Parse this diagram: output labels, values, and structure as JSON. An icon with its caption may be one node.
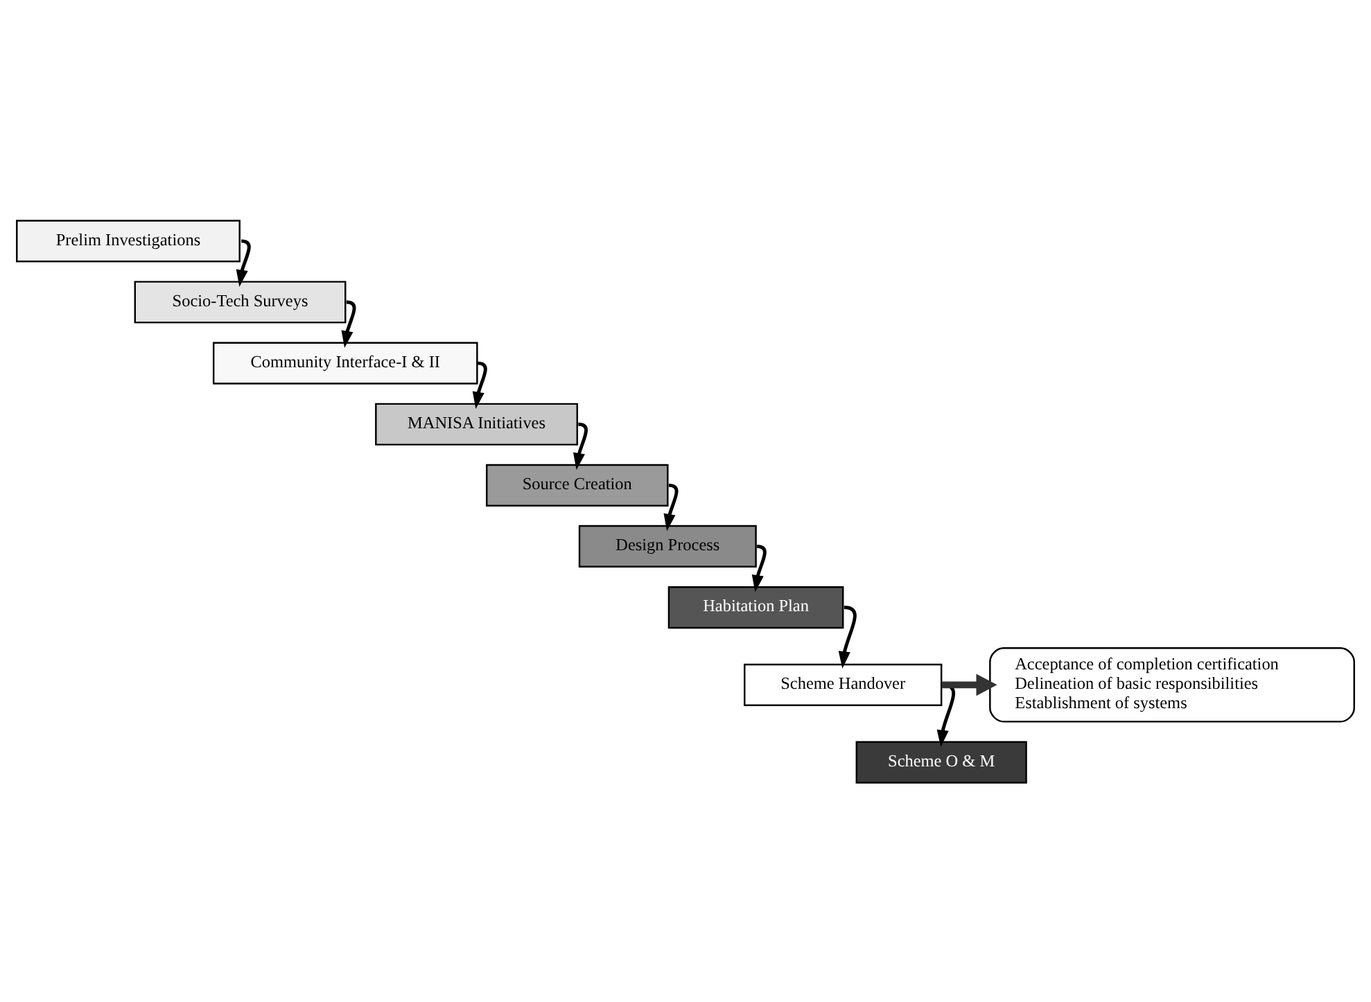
{
  "diagram": {
    "nodes": [
      {
        "text": [
          "Prelim Investigations"
        ]
      },
      {
        "text": [
          "Socio-Tech Surveys"
        ]
      },
      {
        "text": [
          "Community Interface-I & II"
        ]
      },
      {
        "text": [
          "MANISA Initiatives"
        ]
      },
      {
        "text": [
          "Source Creation"
        ]
      },
      {
        "text": [
          "Design Process"
        ]
      },
      {
        "text": [
          "Habitation Plan"
        ]
      },
      {
        "text": [
          "Scheme Handover"
        ]
      },
      {
        "text": [
          "Scheme O & M"
        ]
      },
      {
        "text": [
          "Acceptance of completion certification",
          "Delineation of basic responsibilities",
          "Establishment of systems"
        ]
      }
    ],
    "edges": [
      {
        "from": 0,
        "to": 1,
        "arrow": "to"
      },
      {
        "from": 1,
        "to": 2,
        "arrow": "to"
      },
      {
        "from": 2,
        "to": 3,
        "arrow": "to"
      },
      {
        "from": 3,
        "to": 4,
        "arrow": "to"
      },
      {
        "from": 4,
        "to": 5,
        "arrow": "to"
      },
      {
        "from": 5,
        "to": 6,
        "arrow": "to"
      },
      {
        "from": 6,
        "to": 7,
        "arrow": "to"
      },
      {
        "from": 7,
        "to": 8,
        "arrow": "to"
      },
      {
        "from": 7,
        "to": 9,
        "arrow": "to",
        "style": "thick"
      }
    ]
  }
}
